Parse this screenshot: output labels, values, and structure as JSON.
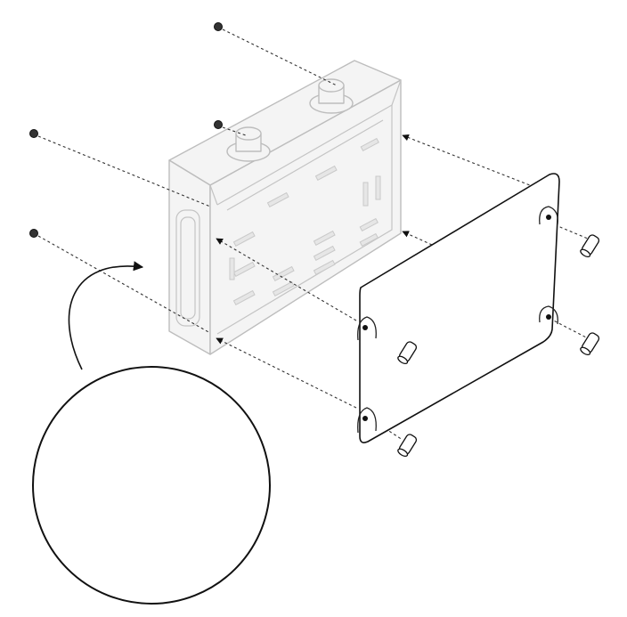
{
  "figure": {
    "kind": "assembly-diagram",
    "colors": {
      "line": "#111111",
      "ghost_line": "#bdbdbd",
      "ghost_fill": "#f4f4f4",
      "background": "#ffffff"
    },
    "parts": {
      "enclosure": "ghosted-chassis",
      "back_plate": "mounting-plate-with-4-tabs",
      "standoffs": 4,
      "screws": 4,
      "detail_inset": "circular-zoom-of-screw-holes"
    }
  }
}
